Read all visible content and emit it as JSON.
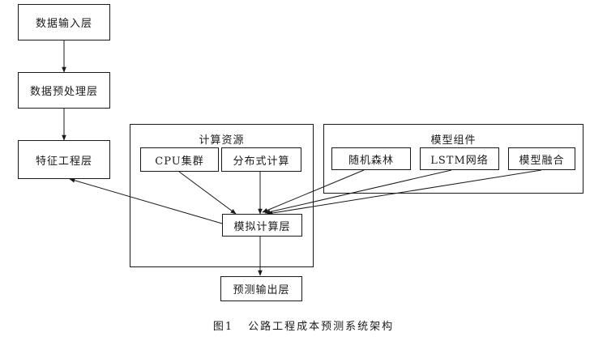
{
  "pipeline": {
    "input": "数据输入层",
    "preprocess": "数据预处理层",
    "feature": "特征工程层",
    "simulate": "模拟计算层",
    "output": "预测输出层"
  },
  "compute_resources": {
    "title": "计算资源",
    "items": [
      "CPU集群",
      "分布式计算"
    ]
  },
  "model_components": {
    "title": "模型组件",
    "items": [
      "随机森林",
      "LSTM网络",
      "模型融合"
    ]
  },
  "caption": {
    "figure_number": "图1",
    "text": "公路工程成本预测系统架构"
  }
}
